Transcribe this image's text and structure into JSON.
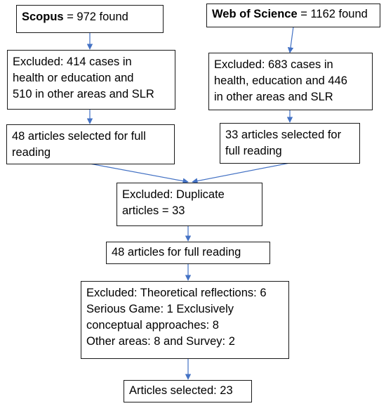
{
  "colors": {
    "arrow": "#4472c4",
    "border": "#1a1a1a",
    "text": "#000000",
    "background": "#ffffff"
  },
  "boxes": {
    "scopus": {
      "name": "Scopus",
      "text": " = 972 found"
    },
    "wos": {
      "name": "Web of Science",
      "text": " = 1162 found"
    },
    "excluded_scopus": {
      "lines": [
        "Excluded: 414 cases in",
        "health or education and",
        "510 in other areas and SLR"
      ]
    },
    "excluded_wos": {
      "lines": [
        "Excluded: 683 cases in",
        "health, education and 446",
        "in other areas and SLR"
      ]
    },
    "selected_scopus": {
      "lines": [
        "48 articles selected for full",
        "reading"
      ]
    },
    "selected_wos": {
      "lines": [
        "33 articles selected for",
        "full reading"
      ]
    },
    "duplicates": {
      "lines": [
        "Excluded: Duplicate",
        "articles = 33"
      ]
    },
    "full_reading": {
      "text": "48 articles for full reading"
    },
    "excluded_final": {
      "lines": [
        "Excluded: Theoretical reflections: 6",
        "Serious Game: 1 Exclusively",
        "conceptual approaches: 8",
        "Other areas: 8 and Survey: 2"
      ]
    },
    "articles_selected": {
      "text": "Articles selected: 23"
    }
  }
}
